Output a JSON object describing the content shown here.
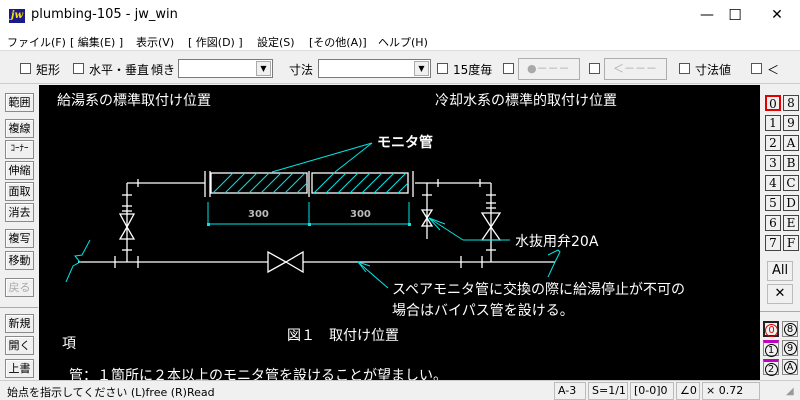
{
  "window": {
    "app_icon": "jw",
    "title": "plumbing-105 - jw_win",
    "minimize": "—",
    "maximize": "☐",
    "close": "✕"
  },
  "menu": {
    "items": [
      {
        "label": "ファイル(F)"
      },
      {
        "label": "[ 編集(E) ]"
      },
      {
        "label": "表示(V)"
      },
      {
        "label": "[ 作図(D) ]"
      },
      {
        "label": "設定(S)"
      },
      {
        "label": "[その他(A)]"
      },
      {
        "label": "ヘルプ(H)"
      }
    ]
  },
  "toolbar": {
    "rect_label": "矩形",
    "hv_label": "水平・垂直",
    "tilt_label": "傾き",
    "tilt_value": "",
    "dim_label": "寸法",
    "dim_value": "",
    "deg15_label": "15度毎",
    "point_btn": "●－－－",
    "arrow_btn": "＜－－－",
    "dimval_label": "寸法値",
    "lt_label": "＜"
  },
  "left_tools": [
    {
      "label": "範囲"
    },
    {
      "label": "複線"
    },
    {
      "label": "ｺｰﾅｰ"
    },
    {
      "label": "伸縮"
    },
    {
      "label": "面取"
    },
    {
      "label": "消去"
    },
    {
      "label": "複写"
    },
    {
      "label": "移動"
    },
    {
      "label": "戻る"
    },
    {
      "label": "新規"
    },
    {
      "label": "開く"
    },
    {
      "label": "上書"
    }
  ],
  "layers": {
    "left": [
      "0",
      "1",
      "2",
      "3",
      "4",
      "5",
      "6",
      "7"
    ],
    "right": [
      "8",
      "9",
      "A",
      "B",
      "C",
      "D",
      "E",
      "F"
    ],
    "all_label": "All",
    "x_label": "✕",
    "groups_left": [
      "0",
      "1",
      "2"
    ],
    "groups_right": [
      "8",
      "9",
      "A"
    ]
  },
  "drawing": {
    "heading_left": "給湯系の標準取付け位置",
    "heading_right": "冷却水系の標準的取付け位置",
    "monitor_label": "モニタ管",
    "dim1": "300",
    "dim2": "300",
    "drain_valve_label": "水抜用弁20A",
    "note_line1": "スペアモニタ管に交換の際に給湯停止が不可の",
    "note_line2": "場合はバイパス管を設ける。",
    "figure_caption": "図１　取付け位置",
    "section_label": "項",
    "body_line": "管：１箇所に２本以上のモニタ管を設けることが望ましい。",
    "colors": {
      "background": "#000000",
      "lines": "#ffffff",
      "leaders": "#00e5e5",
      "hatch": "#00e5e5"
    }
  },
  "status": {
    "message": "始点を指示してください (L)free (R)Read",
    "paper": "A-3",
    "scale": "S=1/1",
    "layer": "[0-0]0",
    "angle": "∠0",
    "zoom": "× 0.72"
  }
}
